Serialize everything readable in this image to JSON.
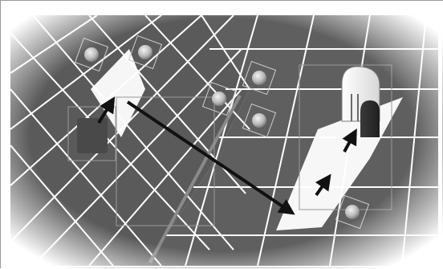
{
  "scene": {
    "board_color": "#5a5a5a",
    "grid_line_color": "#ffffff",
    "highlight_color": "#ffffff",
    "arrow_color": "#111111",
    "divider_color": "#8a8a8a",
    "glow_color": "#ffffff"
  },
  "pieces": [
    {
      "name": "pawn-token-1",
      "icon": "pawn-face-icon",
      "col": 1,
      "row": 1
    },
    {
      "name": "pawn-token-2",
      "icon": "pawn-face-icon",
      "col": 2,
      "row": 1
    },
    {
      "name": "pawn-token-3",
      "icon": "pawn-face-icon",
      "col": 4,
      "row": 3
    },
    {
      "name": "pawn-token-4",
      "icon": "pawn-face-icon",
      "col": 5,
      "row": 2
    },
    {
      "name": "pawn-token-5",
      "icon": "pawn-face-icon",
      "col": 5,
      "row": 4
    },
    {
      "name": "pawn-token-6",
      "icon": "pawn-face-icon",
      "col": 8,
      "row": 7
    }
  ],
  "tower": {
    "icon": "tower-icon"
  },
  "small_tower": {
    "icon": "small-tower-icon"
  },
  "moves": [
    {
      "name": "move-arrow-short",
      "icon": "arrow-up-right-icon"
    },
    {
      "name": "move-arrow-long",
      "icon": "arrow-diagonal-icon"
    },
    {
      "name": "move-arrow-lower",
      "icon": "arrow-up-right-icon"
    },
    {
      "name": "move-arrow-upper",
      "icon": "arrow-up-right-icon"
    }
  ]
}
